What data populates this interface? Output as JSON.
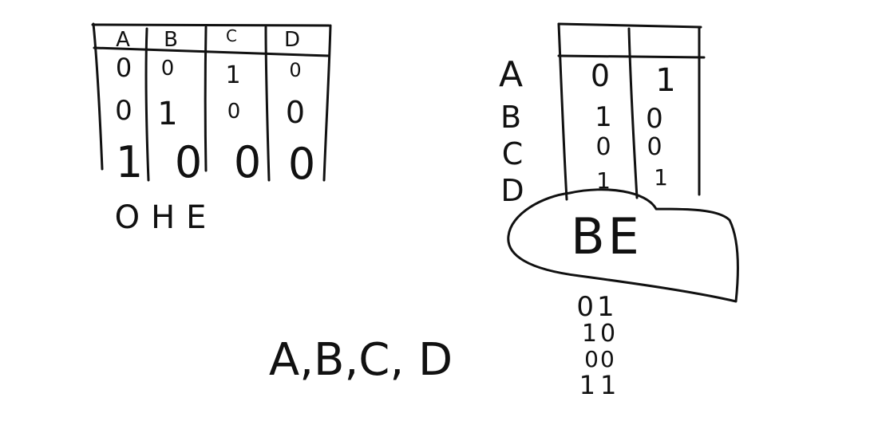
{
  "left_table": {
    "headers": [
      "A",
      "B",
      "C",
      "D"
    ],
    "rows": [
      [
        "0",
        "0",
        "1",
        "0"
      ],
      [
        "0",
        "1",
        "0",
        "0"
      ],
      [
        "1",
        "0",
        "0",
        "0"
      ]
    ],
    "caption": "OHE"
  },
  "right_table": {
    "row_labels": [
      "A",
      "B",
      "C",
      "D"
    ],
    "col1": [
      "0",
      "1",
      "0",
      "1"
    ],
    "col2": [
      "1",
      "0",
      "0",
      "1"
    ],
    "blob_label": "BE",
    "output_codes": [
      "01",
      "10",
      "00",
      "11"
    ]
  },
  "bottom_label": "A,B,C, D"
}
